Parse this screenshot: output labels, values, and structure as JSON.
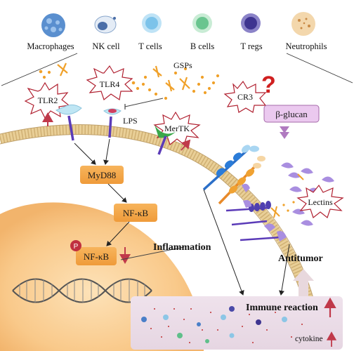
{
  "cell_types": [
    {
      "label": "Macrophages",
      "color": "#4a86c5"
    },
    {
      "label": "NK cell",
      "color": "#8fb0d8"
    },
    {
      "label": "T cells",
      "color": "#6fb8e8"
    },
    {
      "label": "B  cells",
      "color": "#5fbf8a"
    },
    {
      "label": "T regs",
      "color": "#5a4fa8"
    },
    {
      "label": "Neutrophils",
      "color": "#e0a86a"
    }
  ],
  "receptors": {
    "tlr2": "TLR2",
    "tlr4": "TLR4",
    "mertk": "MerTK",
    "cr3": "CR3",
    "lectins": "Lectins"
  },
  "ligands": {
    "gsps": "GSPs",
    "lps": "LPS",
    "beta_glucan": "β-glucan",
    "question_mark": "?"
  },
  "pathway": {
    "myd88": "MyD88",
    "nfkb": "NF-κB",
    "nfkb_p": "NF-κB",
    "phospho": "P"
  },
  "outcomes": {
    "inflammation": "Inflammation",
    "antitumor": "Antitumor",
    "immune_reaction": "Immune reaction",
    "cytokine": "cytokine"
  },
  "colors": {
    "pathway_box": "#f2a64a",
    "membrane": "#e8c88a",
    "nucleus": "#fbd8a0",
    "starburst_border": "#b02030",
    "up_arrow": "#c0394a",
    "beta_glucan_box": "#e9c6ee",
    "immune_zone": "#ecdfe9"
  }
}
